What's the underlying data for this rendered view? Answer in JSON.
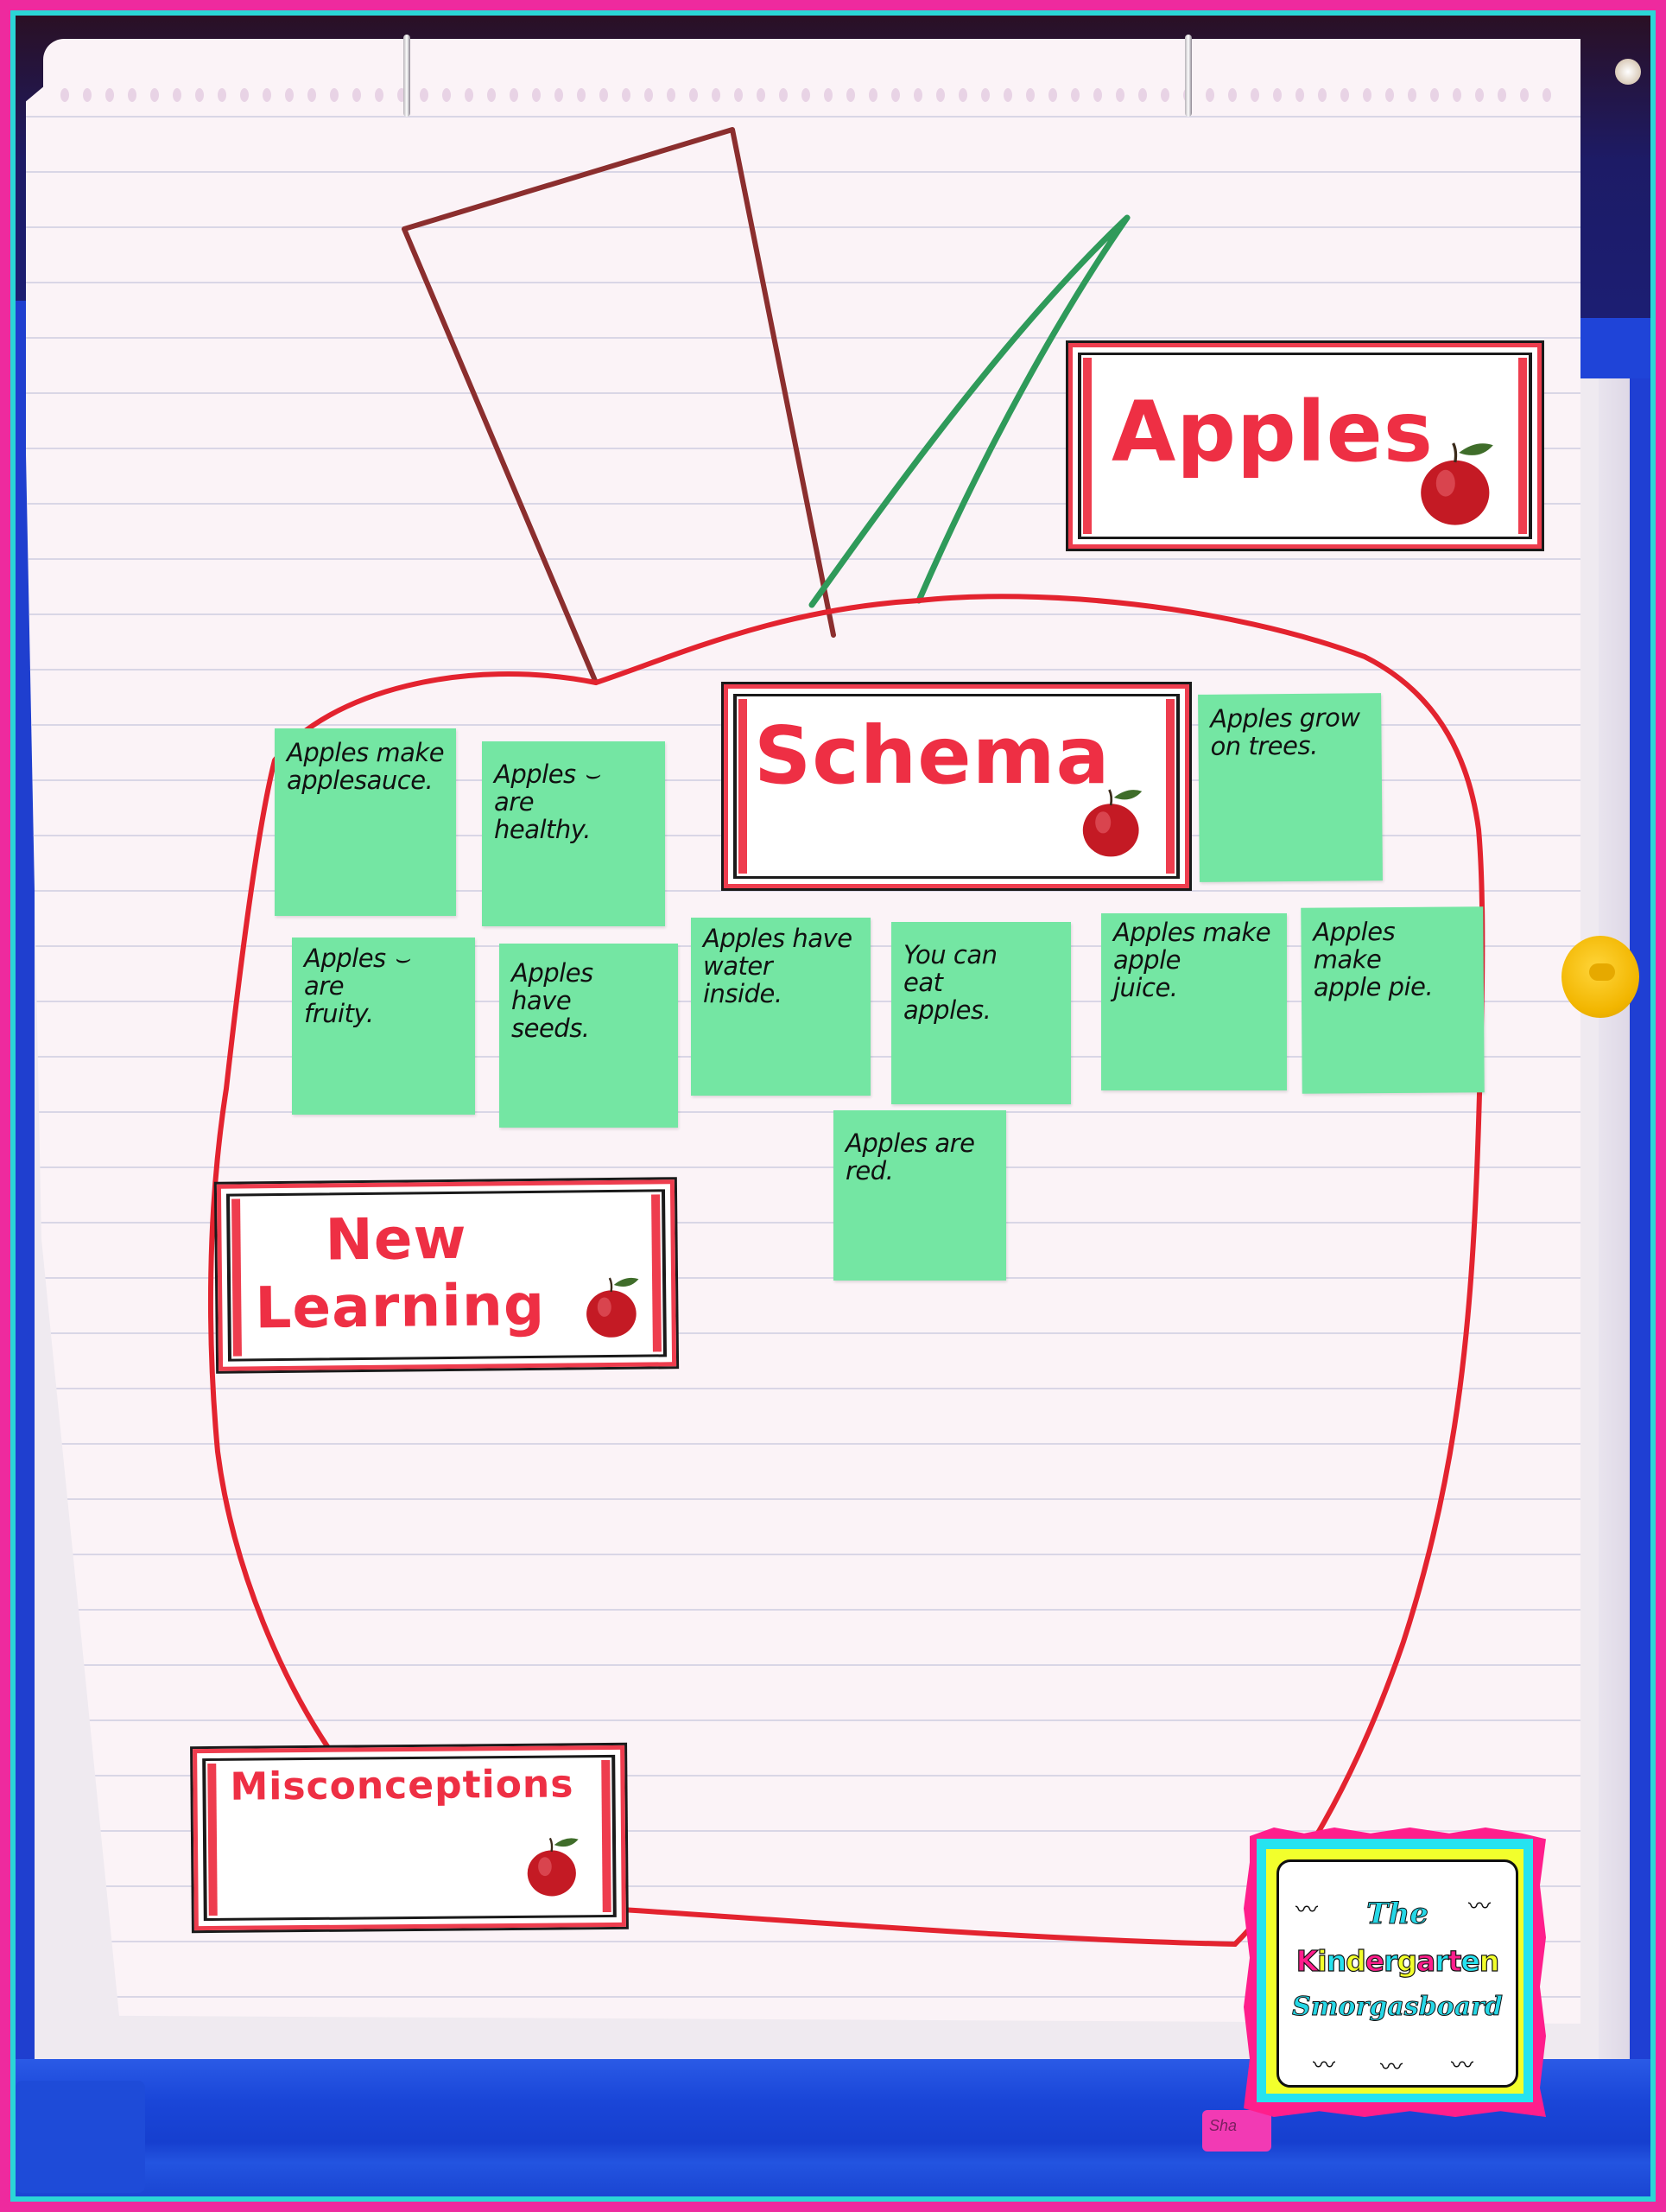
{
  "scene": {
    "description": "Classroom anchor chart on an easel: apple outline with schema sticky notes",
    "colors": {
      "frame_pink": "#ee2a9e",
      "frame_cyan": "#2bd6d6",
      "paper": "#fbf3f7",
      "rule_line": "#d9d6e6",
      "apple_outline": "#e3232f",
      "stem": "#8b2e2e",
      "leaf": "#2f9a5a",
      "sticky_note": "#74e6a3",
      "card_text": "#ee2f44",
      "easel_blue": "#1f44d8"
    }
  },
  "cards": {
    "apples": {
      "title": "Apples",
      "icon": "apple-icon"
    },
    "schema": {
      "title": "Schema",
      "icon": "apple-icon"
    },
    "new_learning": {
      "title_line1": "New",
      "title_line2": "Learning",
      "icon": "apple-icon"
    },
    "misconceptions": {
      "title": "Misconceptions",
      "icon": "apple-icon"
    }
  },
  "sticky_notes": [
    {
      "text": "Apples make\napplesauce."
    },
    {
      "text": "Apples    ⌣\nare\nhealthy."
    },
    {
      "text": "Apples grow\non trees."
    },
    {
      "text": "Apples    ⌣\n  are\n    fruity."
    },
    {
      "text": "Apples\n  have\n  seeds."
    },
    {
      "text": "Apples have\nwater\n  inside."
    },
    {
      "text": "You can\neat\n  apples."
    },
    {
      "text": "Apples make\napple\n  juice."
    },
    {
      "text": "Apples\n  make\napple pie."
    },
    {
      "text": "Apples are\nred."
    }
  ],
  "logo": {
    "line1": "The",
    "line2_letters": [
      {
        "ch": "K",
        "color": "#ff1e8c"
      },
      {
        "ch": "i",
        "color": "#f2ff2c"
      },
      {
        "ch": "n",
        "color": "#26e3f0"
      },
      {
        "ch": "d",
        "color": "#f2ff2c"
      },
      {
        "ch": "e",
        "color": "#ff1e8c"
      },
      {
        "ch": "r",
        "color": "#26e3f0"
      },
      {
        "ch": "g",
        "color": "#f2ff2c"
      },
      {
        "ch": "a",
        "color": "#ff1e8c"
      },
      {
        "ch": "r",
        "color": "#26e3f0"
      },
      {
        "ch": "t",
        "color": "#ff1e8c"
      },
      {
        "ch": "e",
        "color": "#26e3f0"
      },
      {
        "ch": "n",
        "color": "#f2ff2c"
      }
    ],
    "line3": "Smorgasboard",
    "mustache_glyph": "〰"
  },
  "marker": {
    "label": "Sha"
  }
}
